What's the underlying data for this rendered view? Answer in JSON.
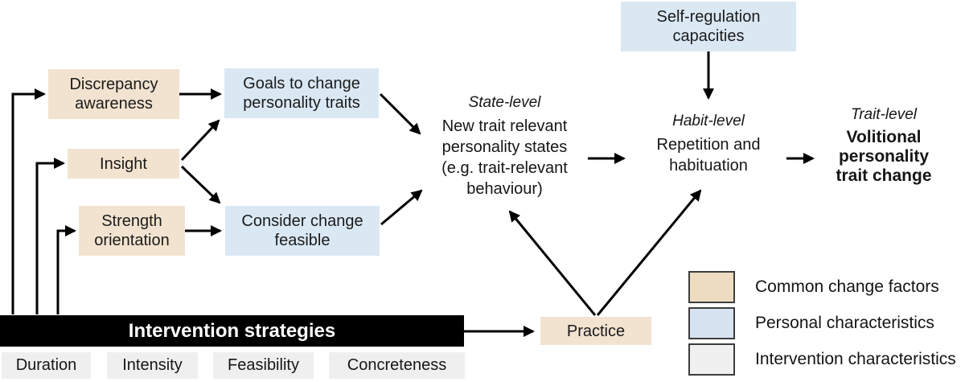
{
  "title": "Volitional personality trait change model diagram",
  "colors": {
    "common_change_factor": "#f2e3d0",
    "personal_characteristic": "#dae8f4",
    "intervention_characteristic": "#efefef",
    "intervention_bar": "#000000",
    "arrow": "#000000"
  },
  "boxes": {
    "discrepancy_awareness": "Discrepancy awareness",
    "insight": "Insight",
    "strength_orientation": "Strength orientation",
    "goals_to_change": "Goals to change personality traits",
    "consider_change": "Consider change feasible",
    "self_regulation": "Self-regulation capacities",
    "practice": "Practice",
    "intervention_strategies": "Intervention strategies"
  },
  "stages": {
    "state": {
      "level": "State-level",
      "text": "New trait relevant personality states (e.g. trait-relevant behaviour)"
    },
    "habit": {
      "level": "Habit-level",
      "text": "Repetition and habituation"
    },
    "trait": {
      "level": "Trait-level",
      "text": "Volitional personality trait change"
    }
  },
  "intervention_characteristics": [
    "Duration",
    "Intensity",
    "Feasibility",
    "Concreteness"
  ],
  "legend": [
    {
      "swatch": "common-change-factors-swatch",
      "label": "Common change factors"
    },
    {
      "swatch": "personal-characteristics-swatch",
      "label": "Personal characteristics"
    },
    {
      "swatch": "intervention-characteristics-swatch",
      "label": "Intervention characteristics"
    }
  ]
}
